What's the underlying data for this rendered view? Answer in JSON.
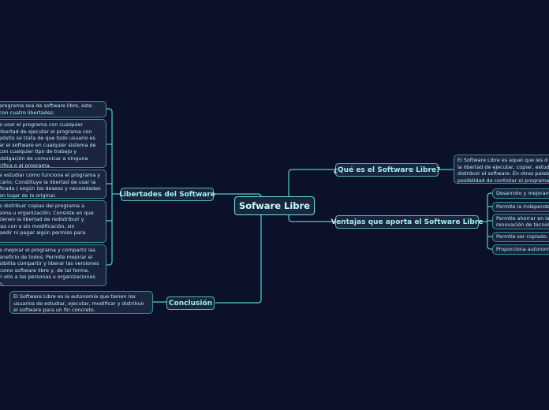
{
  "central": {
    "label": "Sofware Libre"
  },
  "branches": {
    "que_es": {
      "label": "¿Qué es el Software Libre?",
      "text": "El Software Libre es aquel que les d\nla libertad de ejecutar, copiar, estud\ndistribuir el software. En otras palab\nposibilidad de controlar el programa"
    },
    "ventajas": {
      "label": "Ventajas que aporta el Software Libre",
      "items": [
        "Desarrollo y mejoram",
        "Permite la independe",
        "Permite ahorrar en la\nrenovación de tecnol",
        "Permite ser copiado.",
        "Proporciona autonom"
      ]
    },
    "libertades": {
      "label": "Libertades del Software",
      "items": [
        "programa sea de software libre, este\ncon cuatro libertades:",
        "e usar el programa con cualquier\n libertad de ejecutar el programa con\npósito se trata de que todo usuario es\nar el software en cualquier sistema de\n con cualquier tipo de trabajo y\nobligación de comunicar a ninguna\ncífica o al programa.",
        "e estudiar cómo funciona el programa y\ncario; Constituye la libertad de usar la\nficada ( según los deseos y necesidades\nen lugar de la original.",
        "e distribuir copias del programa a\nsona u organización; Consiste en que\ntienen la libertad de redistribuir y\nias con o sin modificación, sin\n pedir ni pagar algún permiso para",
        "e mejorar el programa y compartir las\neneficio de todos; Permite mejorar el\nsibilita compartir y liberar las versiones\ncomo software libre y, de tal forma,\nn ello a las personas u organizaciones\nn."
      ]
    },
    "conclusion": {
      "label": "Conclusión",
      "text": "El Software Libre es la autonomía que tienen los\nusuarios de estudiar, ejecutar, modificar y distribuir\nel software para un fin concreto."
    }
  },
  "colors": {
    "background": "#0b1128",
    "node_fill": "#1c2540",
    "connector": "#4fd0cb"
  }
}
